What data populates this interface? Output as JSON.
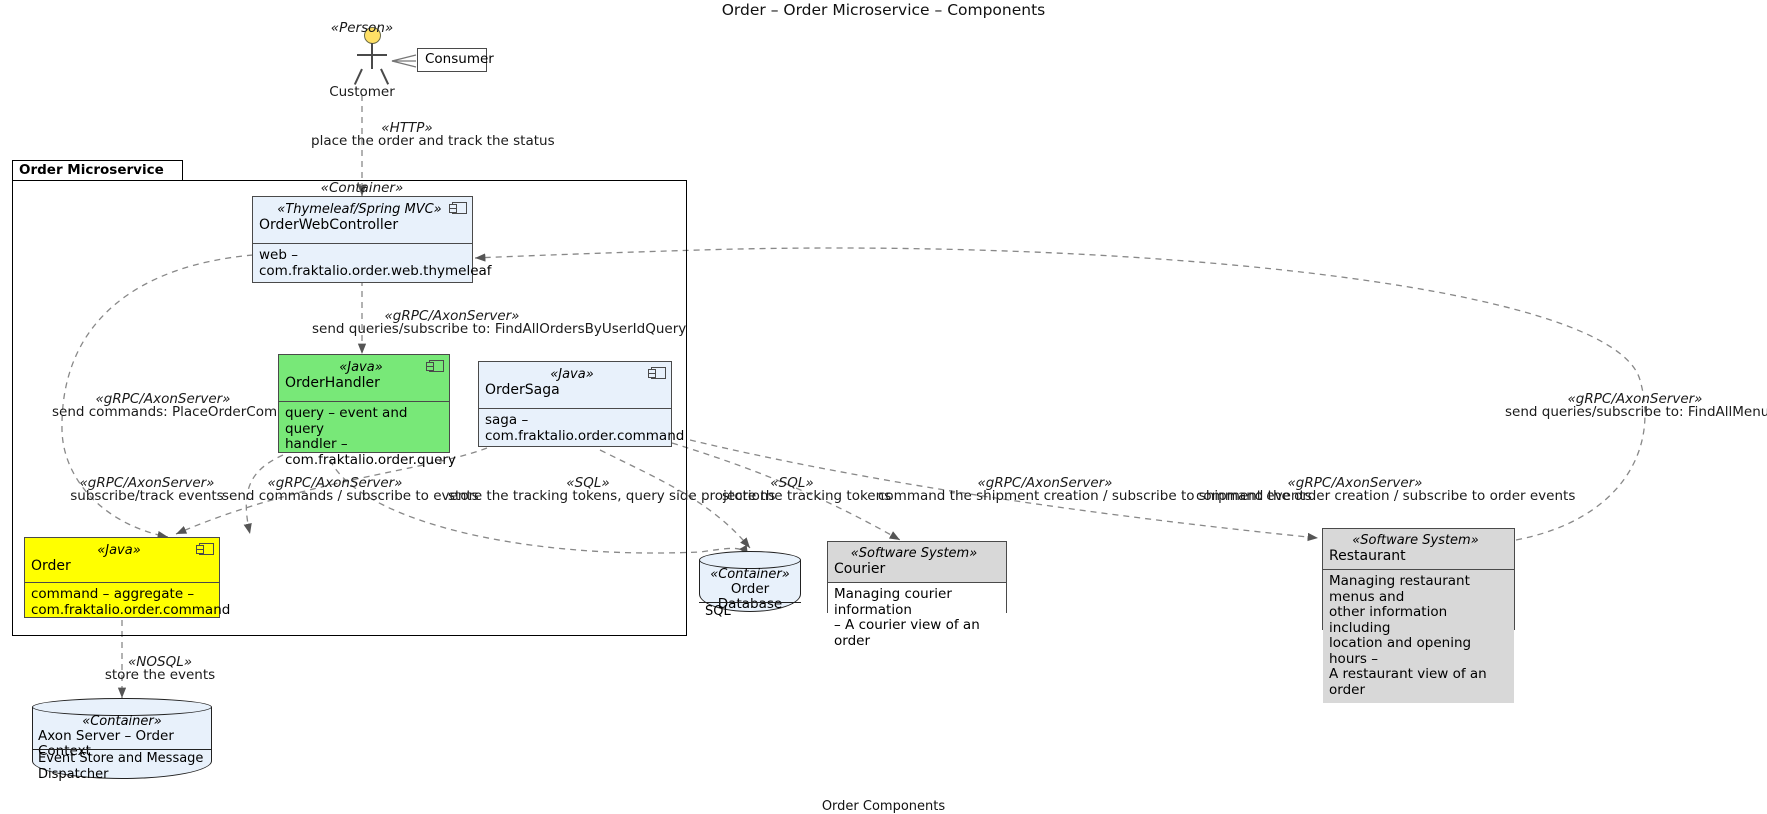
{
  "diagram": {
    "title": "Order – Order Microservice – Components",
    "footer": "Order Components",
    "colors": {
      "handler_green": "#78e878",
      "aggregate_yellow": "#ffff00",
      "container_blue": "#e8f1fb",
      "external_gray": "#d8d8d8",
      "actor_head": "#ffe066",
      "line": "#4a4a4a"
    }
  },
  "actor": {
    "stereotype": "«Person»",
    "name": "Customer",
    "note": "Consumer"
  },
  "boundary": {
    "label": "Order Microservice"
  },
  "components": {
    "order_web_controller": {
      "stereotype_above": "«Container»",
      "stereotype": "«Thymeleaf/Spring MVC»",
      "name": "OrderWebController",
      "body": "web –\ncom.fraktalio.order.web.thymeleaf"
    },
    "order_handler": {
      "stereotype": "«Java»",
      "name": "OrderHandler",
      "body": "query – event and query\nhandler –\ncom.fraktalio.order.query"
    },
    "order_saga": {
      "stereotype": "«Java»",
      "name": "OrderSaga",
      "body": "saga –\ncom.fraktalio.order.command"
    },
    "order": {
      "stereotype": "«Java»",
      "name": "Order",
      "body": "command – aggregate –\ncom.fraktalio.order.command"
    },
    "courier": {
      "stereotype": "«Software System»",
      "name": "Courier",
      "body": "Managing courier information\n– A courier view of an order"
    },
    "restaurant": {
      "stereotype": "«Software System»",
      "name": "Restaurant",
      "body": "Managing restaurant menus and\nother information including\nlocation and opening hours –\nA restaurant view of an order"
    }
  },
  "databases": {
    "order_database": {
      "stereotype": "«Container»",
      "name": "Order Database",
      "sub": "SQL"
    },
    "axon_server": {
      "stereotype": "«Container»",
      "name": "Axon Server – Order Context",
      "sub": "Event Store and Message\nDispatcher"
    }
  },
  "edges": [
    {
      "id": "customer-to-controller",
      "stereotype": "«HTTP»",
      "label": "place the order and track the status"
    },
    {
      "id": "controller-to-handler",
      "stereotype": "«gRPC/AxonServer»",
      "label": "send queries/subscribe to: FindAllOrdersByUserIdQuery"
    },
    {
      "id": "controller-to-order",
      "stereotype": "«gRPC/AxonServer»",
      "label": "send commands: PlaceOrderCommand"
    },
    {
      "id": "handler-to-order-subscribe",
      "stereotype": "«gRPC/AxonServer»",
      "label": "subscribe/track events"
    },
    {
      "id": "saga-to-order-commands",
      "stereotype": "«gRPC/AxonServer»",
      "label": "send commands / subscribe to events"
    },
    {
      "id": "handler-to-db-projections",
      "stereotype": "«SQL»",
      "label": "store the tracking tokens, query side projections"
    },
    {
      "id": "saga-to-db-tokens",
      "stereotype": "«SQL»",
      "label": "store the tracking tokens"
    },
    {
      "id": "saga-to-courier",
      "stereotype": "«gRPC/AxonServer»",
      "label": "command the shipment creation / subscribe to shipment events"
    },
    {
      "id": "saga-to-restaurant",
      "stereotype": "«gRPC/AxonServer»",
      "label": "command the order creation / subscribe to order events"
    },
    {
      "id": "restaurant-to-controller-queries",
      "stereotype": "«gRPC/AxonServer»",
      "label": "send queries/subscribe to: FindAllMenusQuery"
    },
    {
      "id": "order-to-axon",
      "stereotype": "«NOSQL»",
      "label": "store the events"
    }
  ]
}
